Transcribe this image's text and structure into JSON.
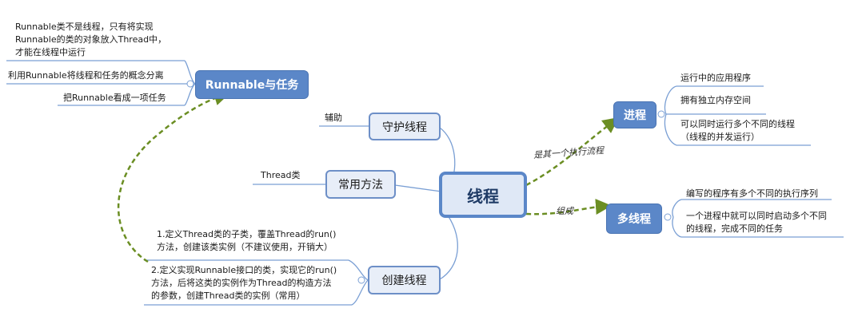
{
  "center": {
    "label": "线程"
  },
  "left": {
    "daemon": {
      "label": "守护线程",
      "note": "辅助"
    },
    "methods": {
      "label": "常用方法",
      "note": "Thread类"
    },
    "create": {
      "label": "创建线程",
      "way1": [
        "1.定义Thread类的子类，覆盖Thread的run()",
        "方法，创建该类实例（不建议使用，开销大）"
      ],
      "way2": [
        "2.定义实现Runnable接口的类，实现它的run()",
        "方法，后将这类的实例作为Thread的构造方法",
        "的参数，创建Thread类的实例（常用）"
      ]
    },
    "runnable": {
      "label": "Runnable与任务",
      "note1": [
        "Runnable类不是线程，只有将实现",
        "Runnable的类的对象放入Thread中，",
        "才能在线程中运行"
      ],
      "note2": "利用Runnable将线程和任务的概念分离",
      "note3": "把Runnable看成一项任务"
    }
  },
  "right": {
    "process": {
      "label": "进程",
      "relation": "是其一个执行流程",
      "items": [
        "运行中的应用程序",
        "拥有独立内存空间"
      ],
      "item3": [
        "可以同时运行多个不同的线程",
        "（线程的并发运行）"
      ]
    },
    "multi": {
      "label": "多线程",
      "relation": "组成",
      "item1": "编写的程序有多个不同的执行序列",
      "item2": [
        "一个进程中就可以同时启动多个不同",
        "的线程，完成不同的任务"
      ]
    }
  },
  "colors": {
    "line": "#7a9fd4",
    "node_border": "#6d8fc7",
    "dark_fill": "#5b87c8",
    "dashed": "#6b8e23"
  }
}
